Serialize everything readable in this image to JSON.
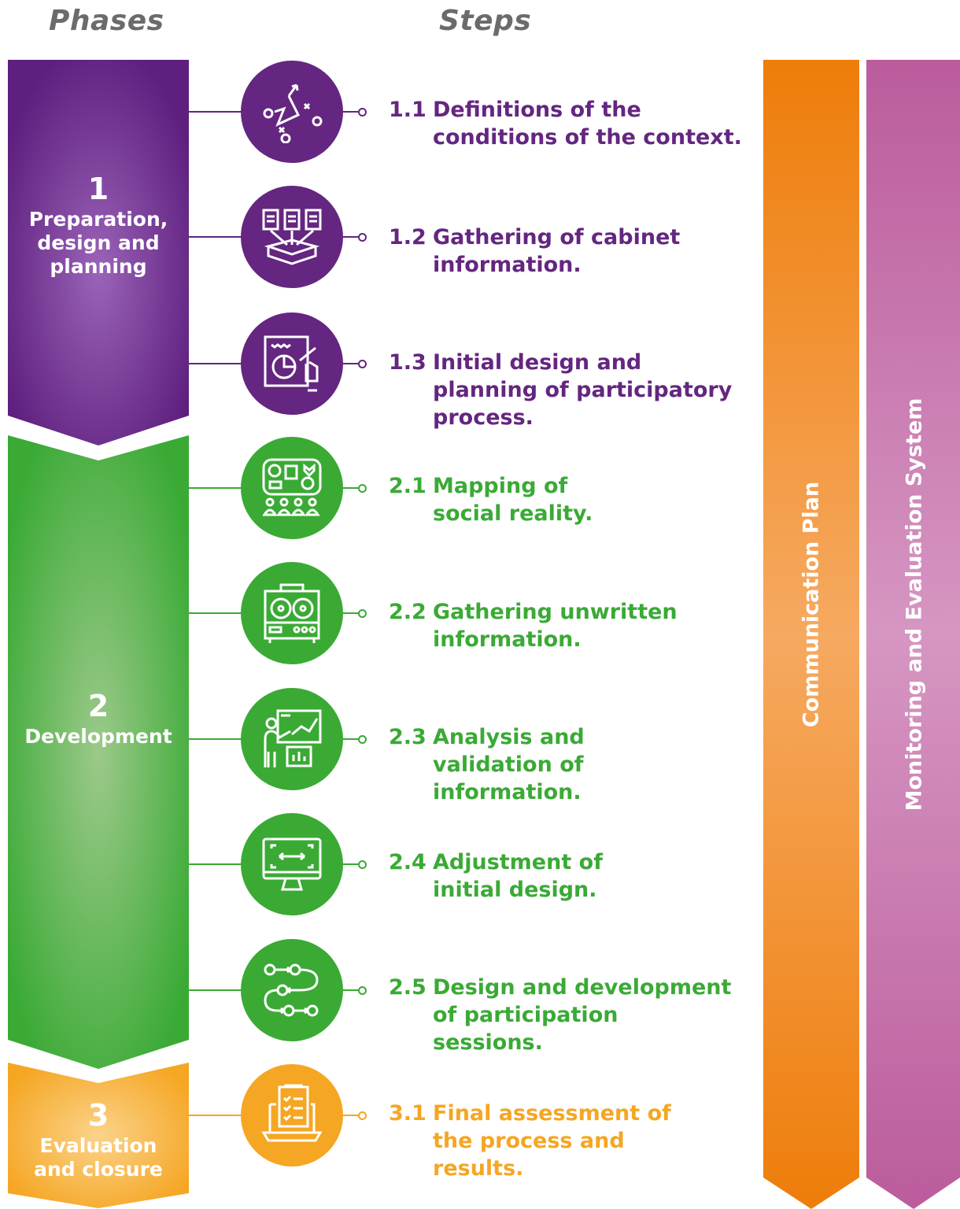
{
  "headers": {
    "phases": "Phases",
    "steps": "Steps"
  },
  "colors": {
    "purple": "#642680",
    "green": "#3aaa35",
    "yellow": "#f5a623",
    "orange": "#ee7d0a",
    "magenta": "#b95b9c"
  },
  "phases": [
    {
      "number": "1",
      "label": "Preparation, design and planning"
    },
    {
      "number": "2",
      "label": "Development"
    },
    {
      "number": "3",
      "label": "Evaluation and closure"
    }
  ],
  "steps": [
    {
      "number": "1.1",
      "text": "Definitions of the conditions of the context.",
      "icon": "strategy-icon"
    },
    {
      "number": "1.2",
      "text": "Gathering of cabinet information.",
      "icon": "documents-box-icon"
    },
    {
      "number": "1.3",
      "text": "Initial design and planning of participatory process.",
      "icon": "planning-board-icon"
    },
    {
      "number": "2.1",
      "text": "Mapping of social reality.",
      "icon": "community-map-icon"
    },
    {
      "number": "2.2",
      "text": "Gathering unwritten information.",
      "icon": "tape-recorder-icon"
    },
    {
      "number": "2.3",
      "text": "Analysis and validation of information.",
      "icon": "presentation-icon"
    },
    {
      "number": "2.4",
      "text": "Adjustment of initial design.",
      "icon": "monitor-adjust-icon"
    },
    {
      "number": "2.5",
      "text": "Design and development of participation sessions.",
      "icon": "process-flow-icon"
    },
    {
      "number": "3.1",
      "text": "Final assessment of the process and results.",
      "icon": "laptop-checklist-icon"
    }
  ],
  "bars": {
    "communication": "Communication Plan",
    "monitoring": "Monitoring and Evaluation System"
  }
}
